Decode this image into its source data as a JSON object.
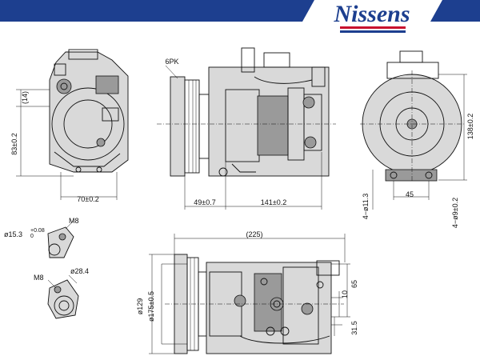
{
  "brand": {
    "name": "Nissens",
    "banner_color": "#1d3f8f",
    "accent_stripe_color": "#c8102e"
  },
  "dimensions": {
    "front_height_total": "83±0.2",
    "front_height_top": "(14)",
    "front_width": "70±0.2",
    "pulley_type": "6PK",
    "side_len_pulley": "49±0.7",
    "side_len_body": "141±0.2",
    "rear_height": "138±0.2",
    "rear_mount_width": "45",
    "rear_hole_small": "4−ø11.3",
    "rear_hole_large": "4−ø9±0.2",
    "fitting_diameter": "ø15.3",
    "fitting_tolerance": "+0.08",
    "fitting_tolerance_low": "0",
    "fitting_thread_1": "M8",
    "fitting_thread_2": "M8",
    "fitting_diameter_2": "ø28.4",
    "bottom_total_length": "(225)",
    "bottom_dia_inner": "ø129",
    "bottom_dia_outer": "ø175±0.5",
    "bottom_dim_65": "65",
    "bottom_dim_10": "10",
    "bottom_dim_315": "31.5"
  }
}
